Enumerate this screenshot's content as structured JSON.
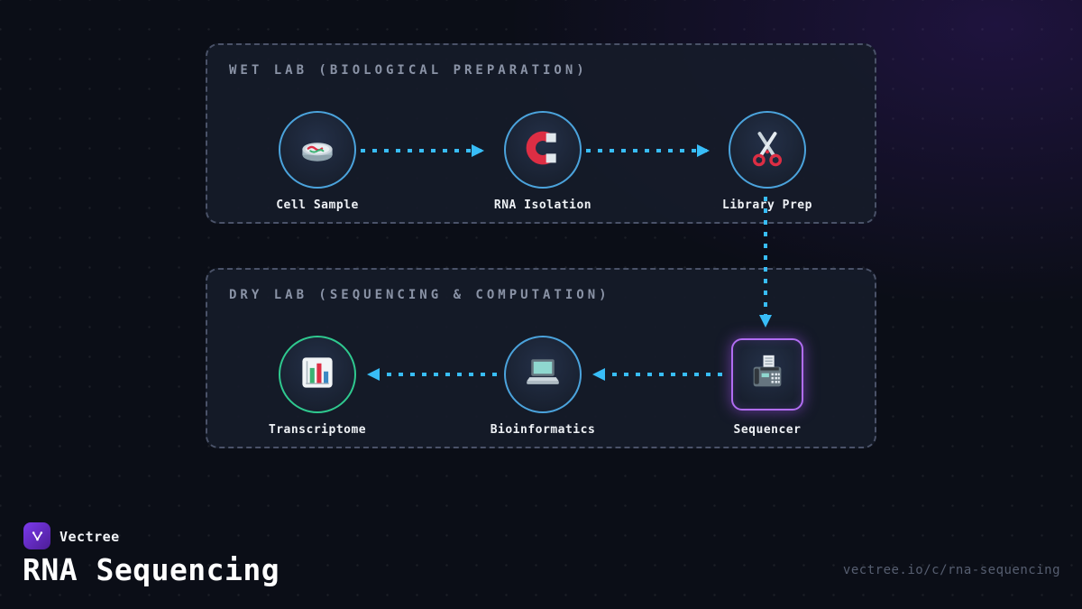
{
  "panels": [
    {
      "title": "WET LAB (BIOLOGICAL PREPARATION)",
      "nodes": [
        {
          "label": "Cell Sample",
          "icon": "petri-dish"
        },
        {
          "label": "RNA Isolation",
          "icon": "magnet"
        },
        {
          "label": "Library Prep",
          "icon": "scissors"
        }
      ]
    },
    {
      "title": "DRY LAB (SEQUENCING & COMPUTATION)",
      "nodes": [
        {
          "label": "Transcriptome",
          "icon": "bar-chart"
        },
        {
          "label": "Bioinformatics",
          "icon": "laptop"
        },
        {
          "label": "Sequencer",
          "icon": "fax-machine",
          "highlighted": true
        }
      ]
    }
  ],
  "flow": {
    "wet_lab_order": [
      "Cell Sample",
      "RNA Isolation",
      "Library Prep"
    ],
    "dry_lab_order": [
      "Sequencer",
      "Bioinformatics",
      "Transcriptome"
    ],
    "bridge": "Library Prep -> Sequencer"
  },
  "colors": {
    "background": "#0b0e17",
    "panel_border": "#4a5268",
    "node_border_blue": "#4ba3dc",
    "node_border_green": "#2fc98f",
    "highlight_purple": "#b16df2",
    "arrow_blue": "#38bdf8",
    "brand_purple": "#7c3aed"
  },
  "footer": {
    "brand": "Vectree",
    "title": "RNA Sequencing",
    "url": "vectree.io/c/rna-sequencing"
  }
}
